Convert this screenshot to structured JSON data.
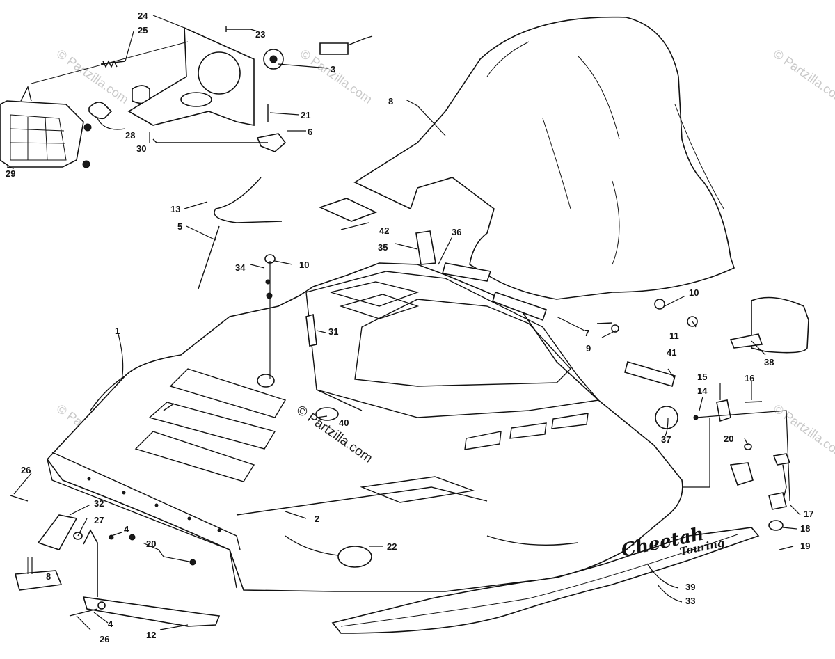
{
  "watermark": {
    "text": "© Partzilla.com"
  },
  "decal": {
    "brand": "Cheetah",
    "model": "Touring"
  },
  "callouts": [
    {
      "id": "c1",
      "label": "1"
    },
    {
      "id": "c2",
      "label": "2"
    },
    {
      "id": "c3",
      "label": "3"
    },
    {
      "id": "c4a",
      "label": "4"
    },
    {
      "id": "c4b",
      "label": "4"
    },
    {
      "id": "c5",
      "label": "5"
    },
    {
      "id": "c6",
      "label": "6"
    },
    {
      "id": "c7",
      "label": "7"
    },
    {
      "id": "c8",
      "label": "8"
    },
    {
      "id": "c8b",
      "label": "8"
    },
    {
      "id": "c9",
      "label": "9"
    },
    {
      "id": "c10a",
      "label": "10"
    },
    {
      "id": "c10b",
      "label": "10"
    },
    {
      "id": "c11",
      "label": "11"
    },
    {
      "id": "c12",
      "label": "12"
    },
    {
      "id": "c13",
      "label": "13"
    },
    {
      "id": "c14",
      "label": "14"
    },
    {
      "id": "c15",
      "label": "15"
    },
    {
      "id": "c16",
      "label": "16"
    },
    {
      "id": "c17",
      "label": "17"
    },
    {
      "id": "c18",
      "label": "18"
    },
    {
      "id": "c19",
      "label": "19"
    },
    {
      "id": "c20a",
      "label": "20"
    },
    {
      "id": "c20b",
      "label": "20"
    },
    {
      "id": "c21",
      "label": "21"
    },
    {
      "id": "c22",
      "label": "22"
    },
    {
      "id": "c23",
      "label": "23"
    },
    {
      "id": "c24",
      "label": "24"
    },
    {
      "id": "c25",
      "label": "25"
    },
    {
      "id": "c26a",
      "label": "26"
    },
    {
      "id": "c26b",
      "label": "26"
    },
    {
      "id": "c27",
      "label": "27"
    },
    {
      "id": "c28",
      "label": "28"
    },
    {
      "id": "c29",
      "label": "29"
    },
    {
      "id": "c30",
      "label": "30"
    },
    {
      "id": "c31",
      "label": "31"
    },
    {
      "id": "c32",
      "label": "32"
    },
    {
      "id": "c33",
      "label": "33"
    },
    {
      "id": "c34",
      "label": "34"
    },
    {
      "id": "c35",
      "label": "35"
    },
    {
      "id": "c36",
      "label": "36"
    },
    {
      "id": "c37",
      "label": "37"
    },
    {
      "id": "c38",
      "label": "38"
    },
    {
      "id": "c39",
      "label": "39"
    },
    {
      "id": "c40",
      "label": "40"
    },
    {
      "id": "c41",
      "label": "41"
    },
    {
      "id": "c42",
      "label": "42"
    }
  ]
}
